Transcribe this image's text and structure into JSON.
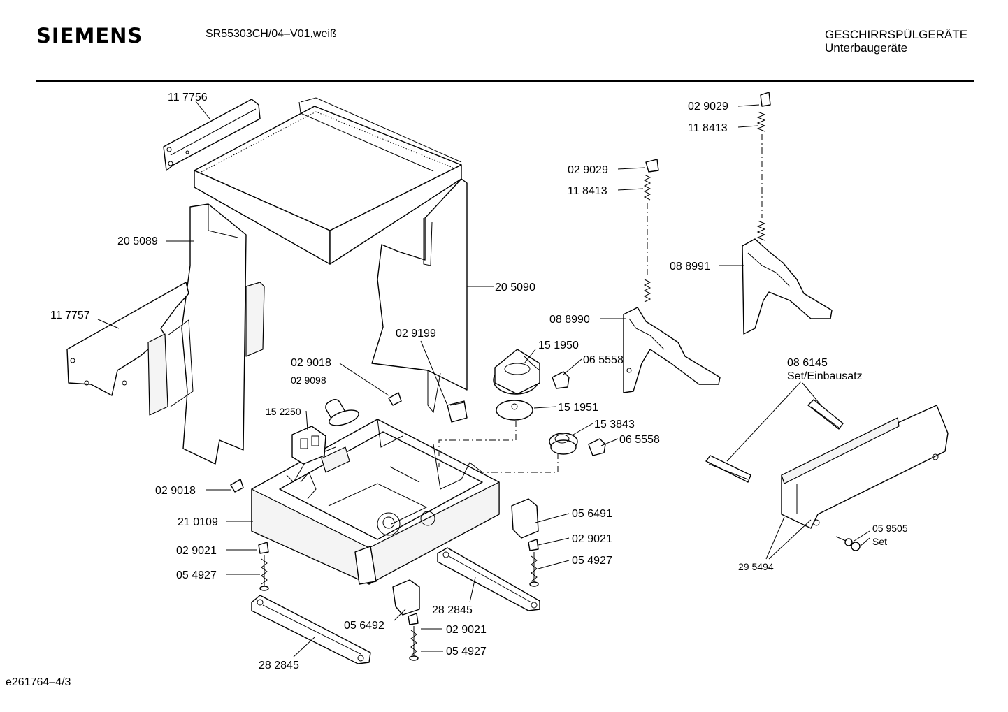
{
  "header": {
    "brand": "SIEMENS",
    "model": "SR55303CH/04–V01,weiß",
    "category_line1": "GESCHIRRSPÜLGERÄTE",
    "category_line2": "Unterbaugeräte"
  },
  "footer": {
    "doc_id": "e261764–4/3"
  },
  "parts": {
    "p117756": "11 7756",
    "p205089": "20 5089",
    "p117757": "11 7757",
    "p205090": "20 5090",
    "p029199": "02 9199",
    "p029018a": "02 9018",
    "p029098": "02 9098",
    "p152250": "15 2250",
    "p029018b": "02 9018",
    "p210109": "21 0109",
    "p029021a": "02 9021",
    "p054927a": "05 4927",
    "p151950": "15 1950",
    "p065558a": "06 5558",
    "p151951": "15 1951",
    "p153843": "15 3843",
    "p065558b": "06 5558",
    "p056491": "05 6491",
    "p029021b": "02 9021",
    "p054927b": "05 4927",
    "p282845a": "28 2845",
    "p056492": "05 6492",
    "p029021c": "02 9021",
    "p054927c": "05 4927",
    "p282845b": "28 2845",
    "p029029a": "02 9029",
    "p118413a": "11 8413",
    "p088990": "08 8990",
    "p029029b": "02 9029",
    "p118413b": "11 8413",
    "p088991": "08 8991",
    "p086145": "08 6145",
    "set_einbausatz": "Set/Einbausatz",
    "p059505": "05 9505",
    "set": "Set",
    "p295494": "29 5494"
  }
}
